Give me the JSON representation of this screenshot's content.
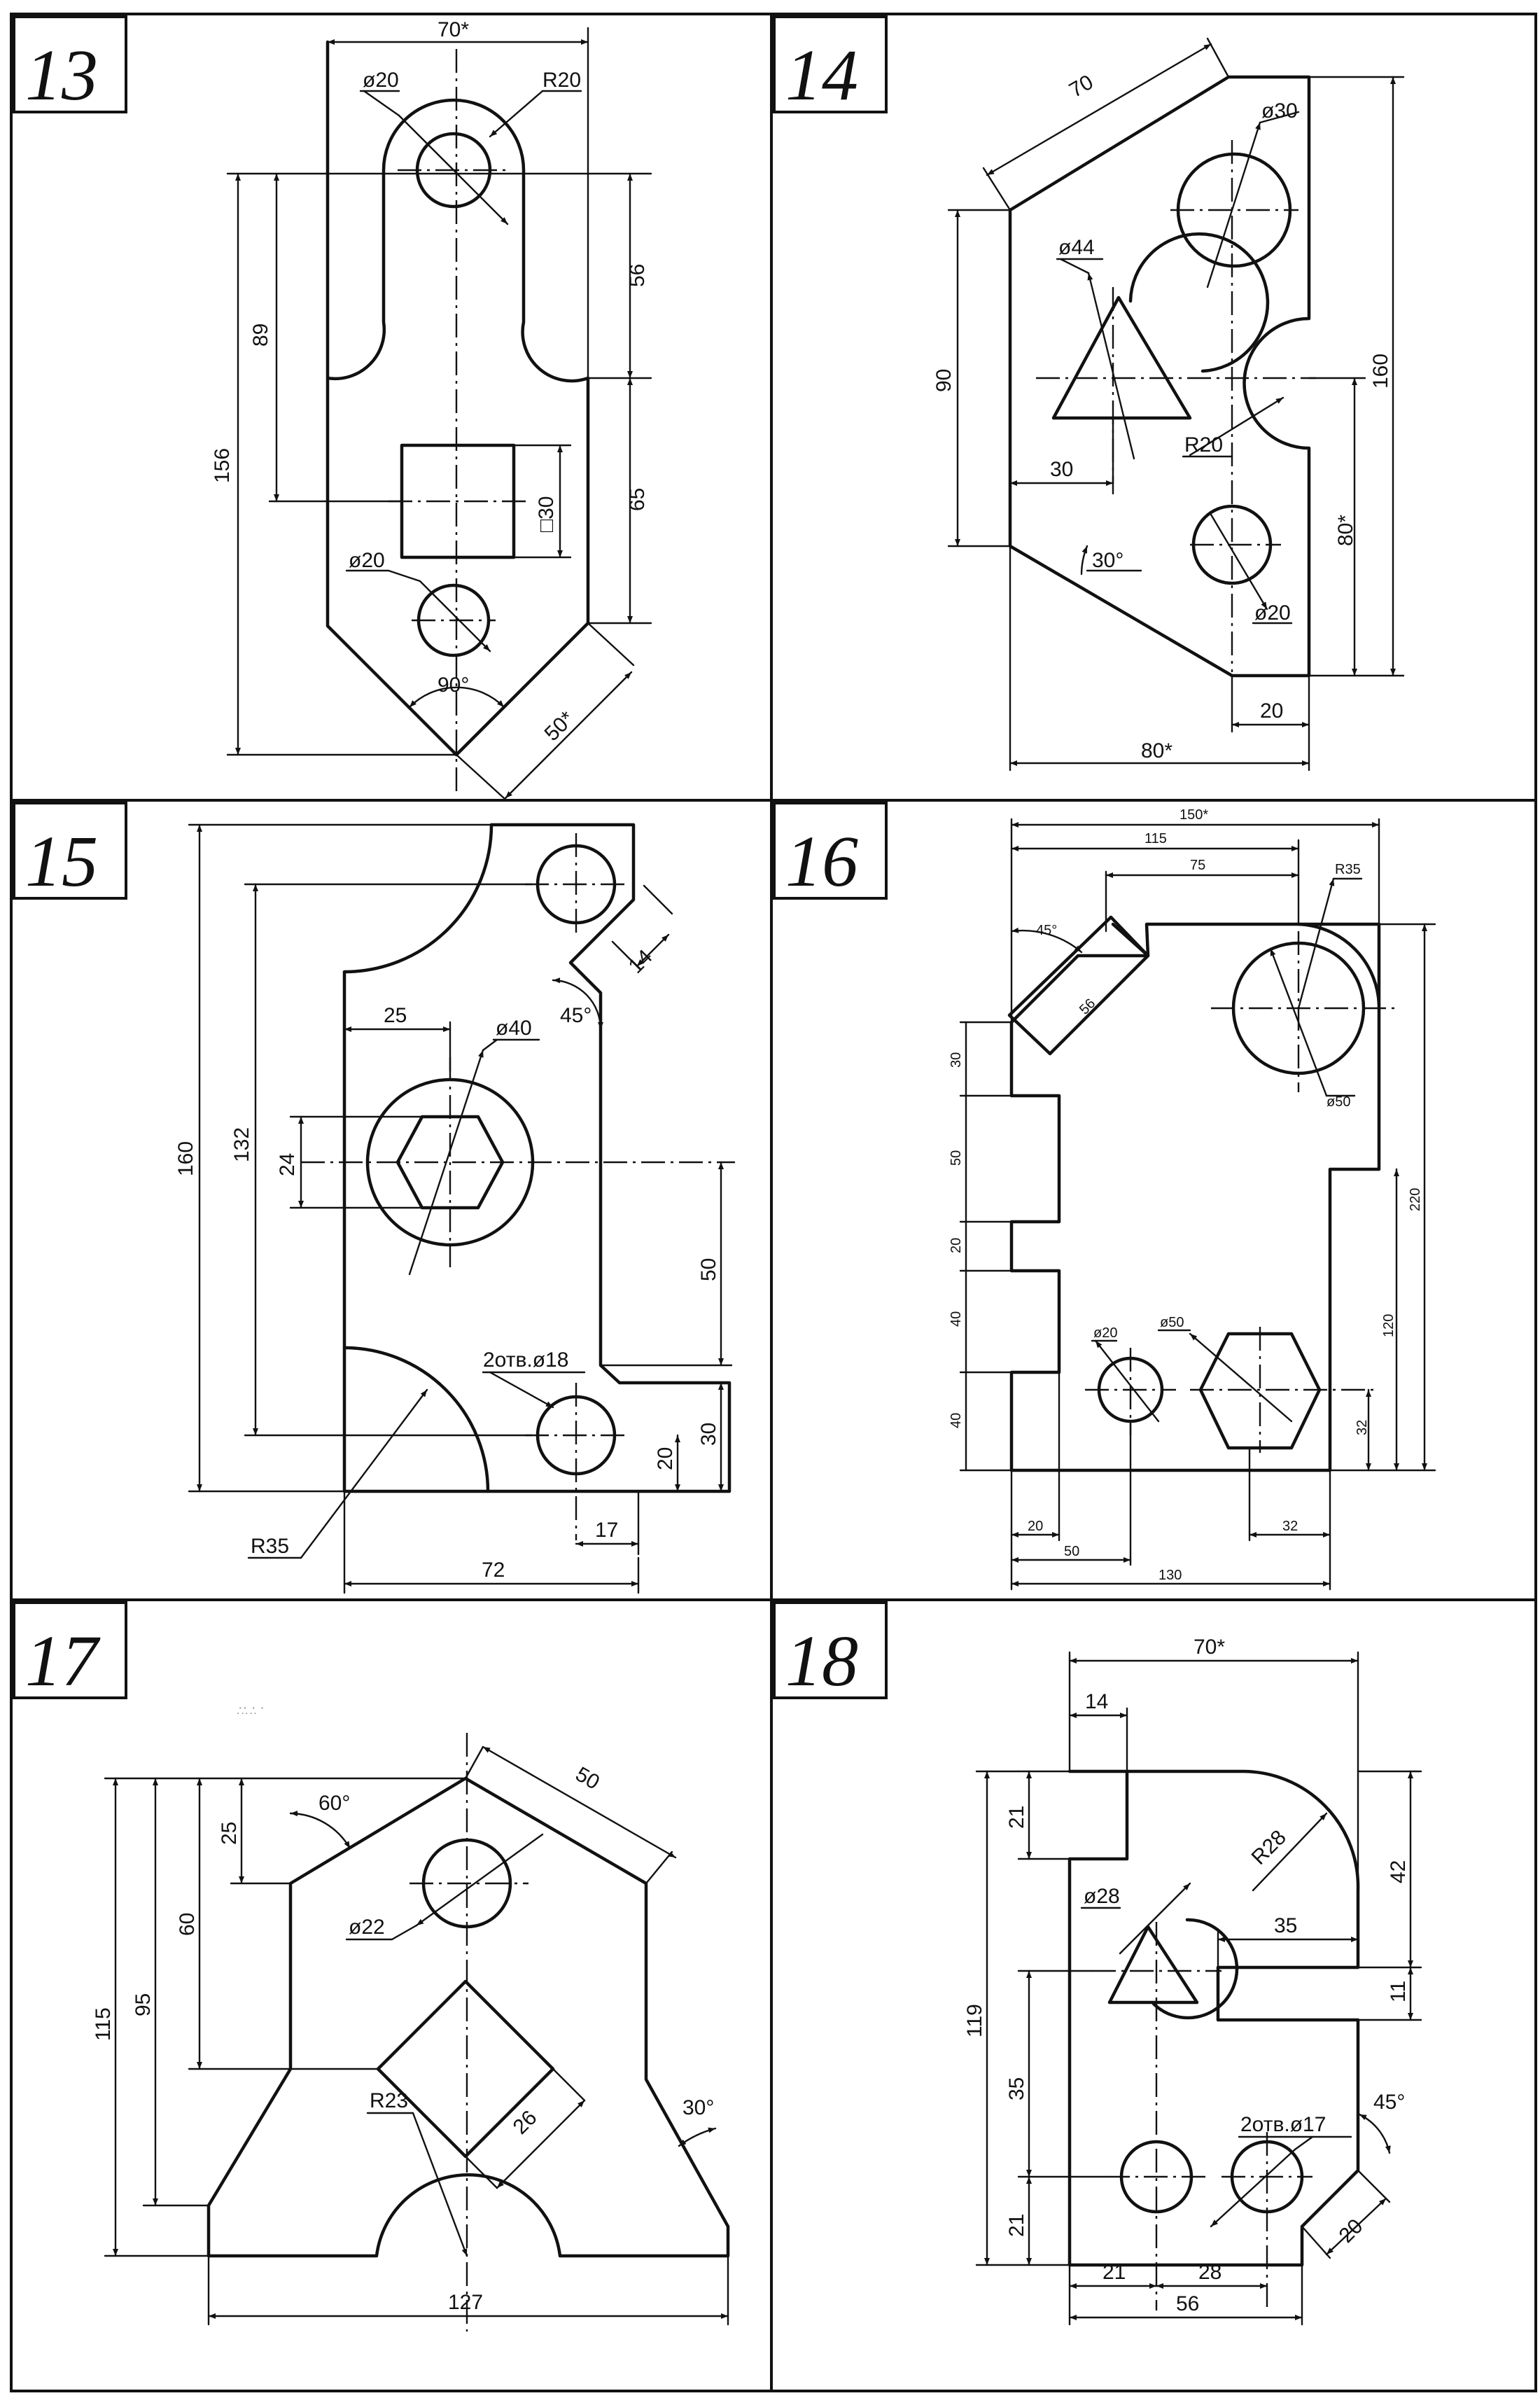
{
  "panels": [
    {
      "number": "13",
      "dims": {
        "w70": "70*",
        "d20a": "ø20",
        "r20": "R20",
        "h56": "56",
        "h89": "89",
        "h156": "156",
        "h65": "65",
        "sq30": "□30",
        "d20b": "ø20",
        "a90": "90°",
        "l50": "50*"
      }
    },
    {
      "number": "14",
      "dims": {
        "l70": "70",
        "d30": "ø30",
        "d44": "ø44",
        "h90": "90",
        "h160": "160",
        "w30": "30",
        "r20": "R20",
        "h80": "80*",
        "a30": "30°",
        "d20": "ø20",
        "w20": "20",
        "w80": "80*"
      }
    },
    {
      "number": "15",
      "dims": {
        "h160": "160",
        "h132": "132",
        "w25": "25",
        "d40": "ø40",
        "s14": "14",
        "a45": "45°",
        "h24": "24",
        "h50": "50",
        "holes": "2отв.ø18",
        "h20": "20",
        "h30": "30",
        "w17": "17",
        "r35": "R35",
        "w72": "72"
      }
    },
    {
      "number": "16",
      "dims": {
        "w150": "150*",
        "w115": "115",
        "w75": "75",
        "r35": "R35",
        "a45": "45°",
        "s56": "56",
        "d50a": "ø50",
        "v30": "30",
        "v50": "50",
        "v20": "20",
        "v40a": "40",
        "v40b": "40",
        "h220": "220",
        "h120": "120",
        "d20": "ø20",
        "d50b": "ø50",
        "h32": "32",
        "w20": "20",
        "w50": "50",
        "w32": "32",
        "w130": "130"
      }
    },
    {
      "number": "17",
      "dims": {
        "smudge": "·̣·̣ ̣·̣ ̣·",
        "l50": "50",
        "a60": "60°",
        "h25": "25",
        "h60": "60",
        "h95": "95",
        "h115": "115",
        "d22": "ø22",
        "s26": "26",
        "a30": "30°",
        "r23": "R23",
        "w127": "127"
      }
    },
    {
      "number": "18",
      "dims": {
        "w70": "70*",
        "w14": "14",
        "h21a": "21",
        "r28": "R28",
        "h42": "42",
        "w35": "35",
        "d28": "ø28",
        "h11": "11",
        "h119": "119",
        "holes": "2отв.ø17",
        "a45": "45°",
        "h35": "35",
        "h21b": "21",
        "s20": "20",
        "w21": "21",
        "w28": "28",
        "w56": "56"
      }
    }
  ]
}
